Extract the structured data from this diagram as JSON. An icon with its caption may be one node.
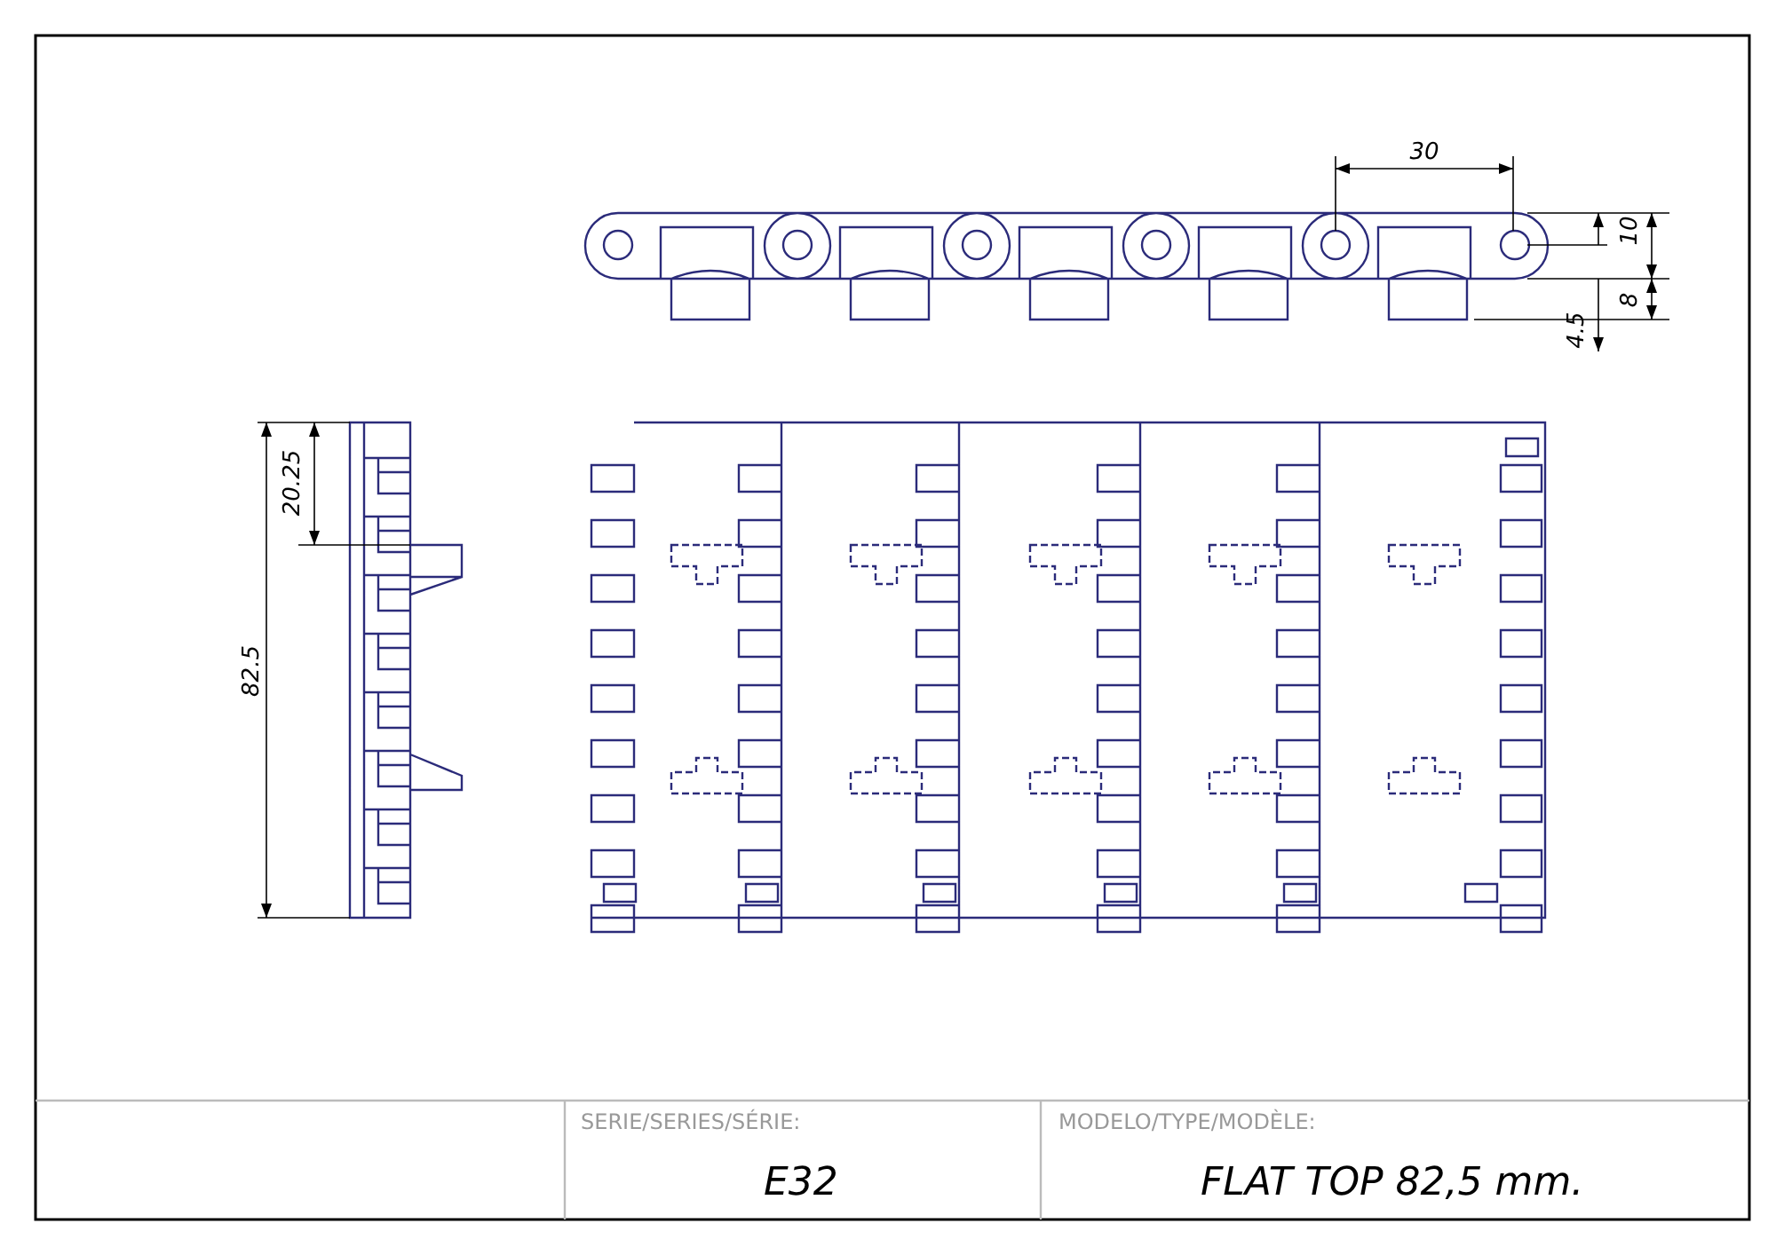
{
  "diagram": {
    "labels": [
      "30",
      "10",
      "8",
      "4.5",
      "20.25",
      "82.5",
      "SERIE/SERIES/SÉRIE:",
      "E32",
      "MODELO/TYPE/MODÈLE:",
      "FLAT TOP 82,5 mm."
    ]
  }
}
